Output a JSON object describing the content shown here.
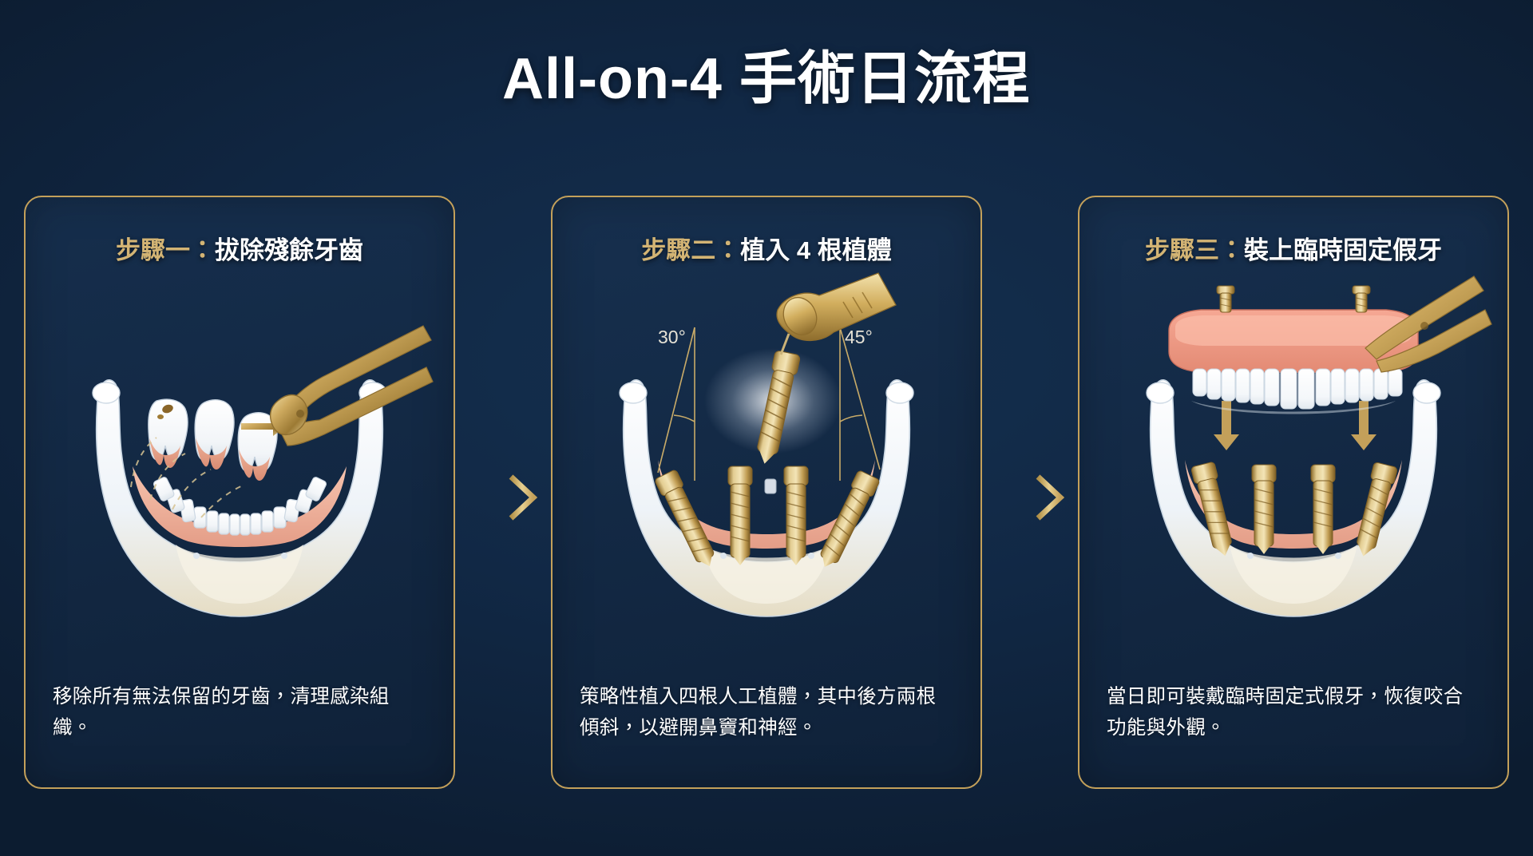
{
  "page": {
    "title": "All-on-4 手術日流程",
    "background_color": "#112845",
    "gold_color": "#c3a05a",
    "gold_text_color": "#d3b474",
    "text_color": "#ffffff"
  },
  "arrows": [
    {
      "name": "arrow-step1-to-step2",
      "glyph": "→"
    },
    {
      "name": "arrow-step2-to-step3",
      "glyph": "→"
    }
  ],
  "steps": [
    {
      "id": "step-1",
      "label_gold": "步驟一：",
      "label_white": "拔除殘餘牙齒",
      "caption": "移除所有無法保留的牙齒，清理感染組織。",
      "illustration": "extraction-forceps-mandible",
      "annotations": []
    },
    {
      "id": "step-2",
      "label_gold": "步驟二：",
      "label_white": "植入 4 根植體",
      "caption": "策略性植入四根人工植體，其中後方兩根傾斜，以避開鼻竇和神經。",
      "illustration": "implant-placement-mandible-handpiece",
      "annotations": [
        {
          "name": "angle-label-left",
          "text": "30°"
        },
        {
          "name": "angle-label-right",
          "text": "45°"
        }
      ]
    },
    {
      "id": "step-3",
      "label_gold": "步驟三：",
      "label_white": "裝上臨時固定假牙",
      "caption": "當日即可裝戴臨時固定式假牙，恢復咬合功能與外觀。",
      "illustration": "temporary-fixed-denture-seating",
      "annotations": []
    }
  ]
}
